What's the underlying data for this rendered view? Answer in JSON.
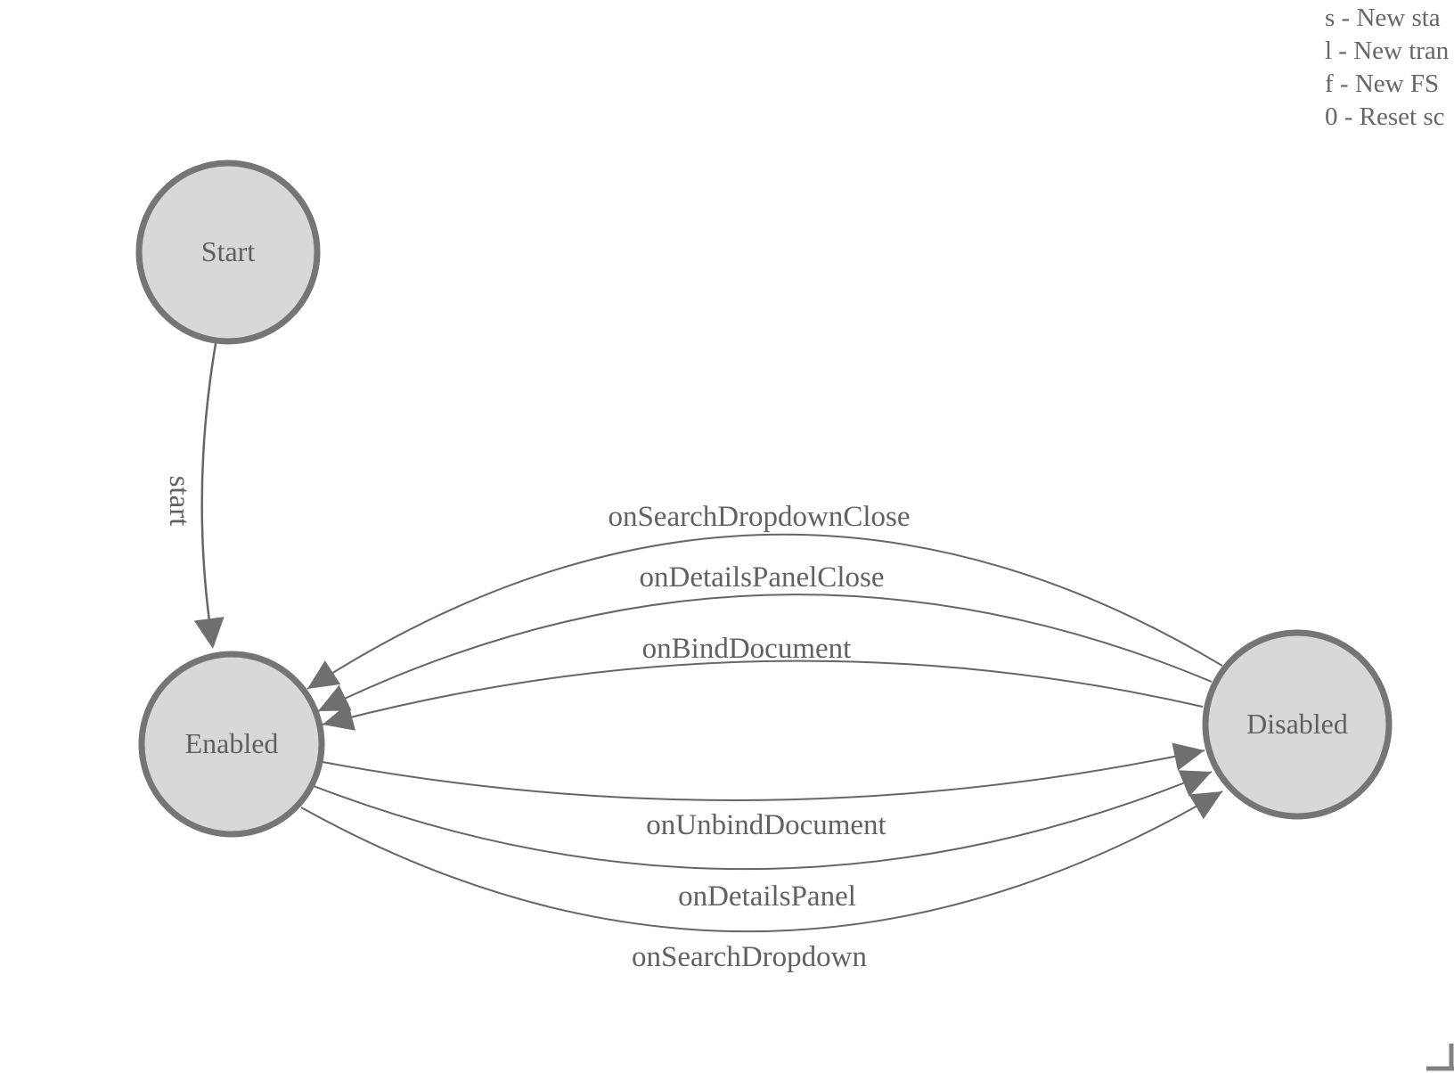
{
  "diagram": {
    "type": "finite-state-machine",
    "states": [
      {
        "name": "Start"
      },
      {
        "name": "Enabled"
      },
      {
        "name": "Disabled"
      }
    ],
    "transitions": [
      {
        "from": "Start",
        "to": "Enabled",
        "label": "start"
      },
      {
        "from": "Disabled",
        "to": "Enabled",
        "label": "onSearchDropdownClose"
      },
      {
        "from": "Disabled",
        "to": "Enabled",
        "label": "onDetailsPanelClose"
      },
      {
        "from": "Disabled",
        "to": "Enabled",
        "label": "onBindDocument"
      },
      {
        "from": "Enabled",
        "to": "Disabled",
        "label": "onUnbindDocument"
      },
      {
        "from": "Enabled",
        "to": "Disabled",
        "label": "onDetailsPanel"
      },
      {
        "from": "Enabled",
        "to": "Disabled",
        "label": "onSearchDropdown"
      }
    ]
  },
  "legend": {
    "lines": [
      "s - New sta",
      "l - New tran",
      "f - New FS",
      "0 - Reset sc"
    ]
  },
  "colors": {
    "state_fill": "#d8d8d8",
    "state_stroke": "#757575",
    "edge_stroke": "#666666",
    "arrowhead_fill": "#6f6f6f",
    "label_text": "#5f5f5f",
    "legend_text": "#666666",
    "corner_bracket": "#808080",
    "background": "#ffffff"
  }
}
